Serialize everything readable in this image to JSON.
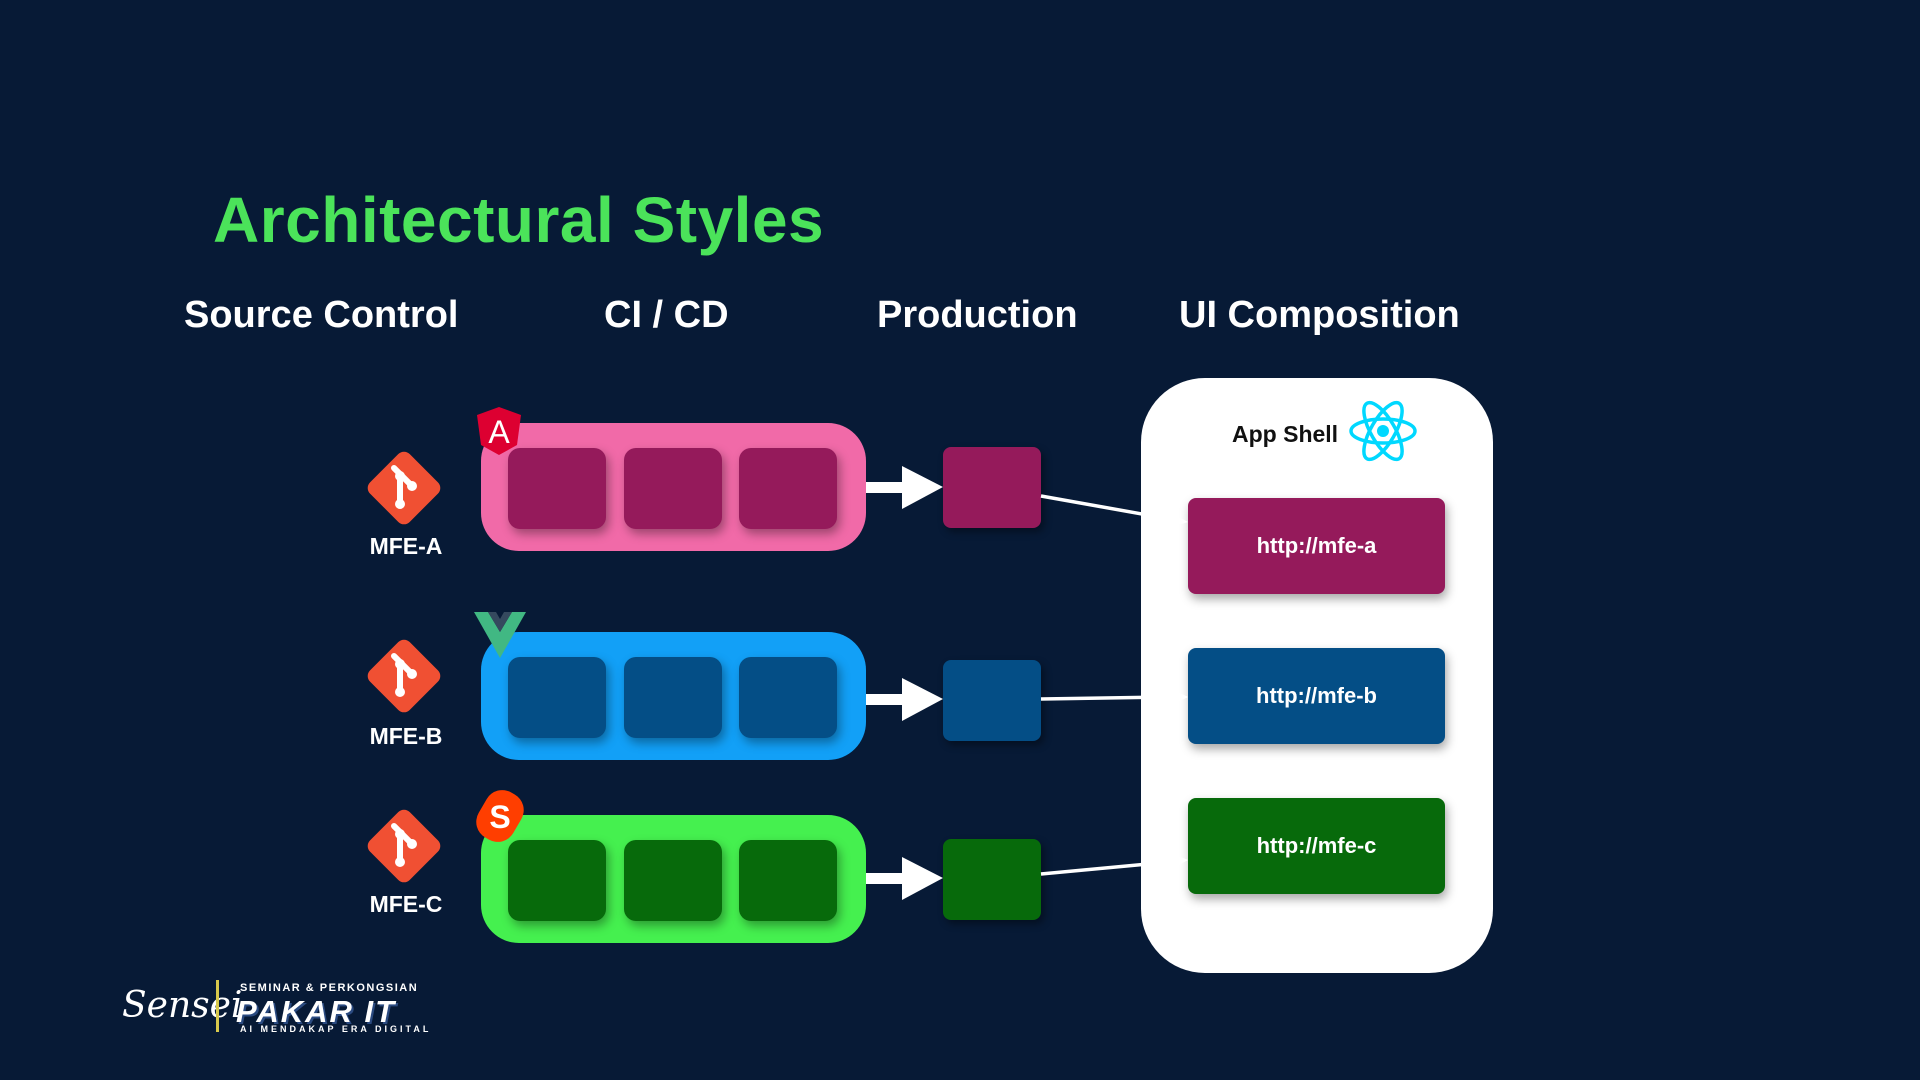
{
  "title": "Architectural Styles",
  "colors": {
    "background": "#071a36",
    "title": "#4be35a",
    "git": "#f05033",
    "pipeline_a": "#f16aa8",
    "stage_a": "#951a5b",
    "pipeline_b": "#12a0f7",
    "stage_b": "#044e86",
    "pipeline_c": "#45f04f",
    "stage_c": "#076a0b",
    "angular": "#dd0031",
    "vue_outer": "#41b883",
    "vue_inner": "#35495e",
    "svelte": "#ff3e00",
    "react": "#00d8ff"
  },
  "columns": {
    "source_control": "Source Control",
    "cicd": "CI / CD",
    "production": "Production",
    "ui_composition": "UI Composition"
  },
  "rows": [
    {
      "label": "MFE-A",
      "framework_icon": "angular-icon",
      "url": "http://mfe-a"
    },
    {
      "label": "MFE-B",
      "framework_icon": "vue-icon",
      "url": "http://mfe-b"
    },
    {
      "label": "MFE-C",
      "framework_icon": "svelte-icon",
      "url": "http://mfe-c"
    }
  ],
  "app_shell": {
    "label": "App Shell",
    "icon": "react-icon"
  },
  "angular_letter": "A",
  "svelte_letter": "S",
  "footer": {
    "signature": "Sensei",
    "top_line": "SEMINAR & PERKONGSIAN",
    "brand": "PAKAR IT",
    "sub_line": "AI MENDAKAP ERA DIGITAL"
  }
}
